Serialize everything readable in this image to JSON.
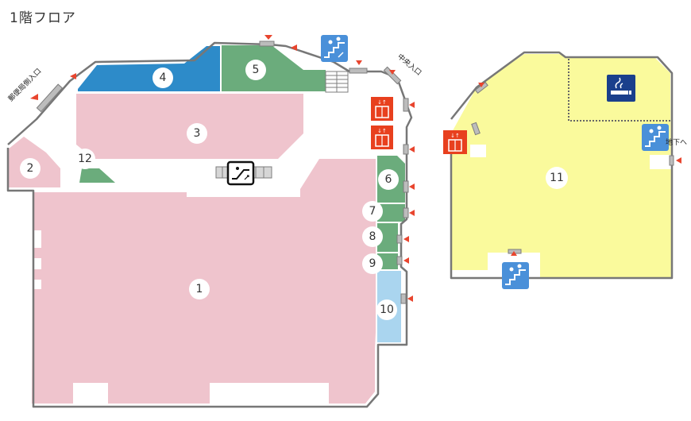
{
  "floor_title": "1階フロア",
  "labels": {
    "post_office_entrance": "郵便局側入口",
    "central_entrance": "中央入口",
    "to_basement": "地下へ"
  },
  "shops": [
    "1",
    "2",
    "3",
    "4",
    "5",
    "6",
    "7",
    "8",
    "9",
    "10",
    "11",
    "12"
  ],
  "colors": {
    "pink": "#efc4cd",
    "green": "#6bac7c",
    "blue": "#2d8bc9",
    "light_blue": "#aad5ef",
    "yellow": "#fafa9c",
    "wall": "#777777",
    "door": "#e8452e",
    "elevator": "#e8401e",
    "stairs": "#4a90d9",
    "smoking": "#1a3f8c"
  },
  "icons": [
    "elevator-icon",
    "stairs-icon",
    "escalator-icon",
    "smoking-room-icon",
    "door-arrow-icon"
  ]
}
